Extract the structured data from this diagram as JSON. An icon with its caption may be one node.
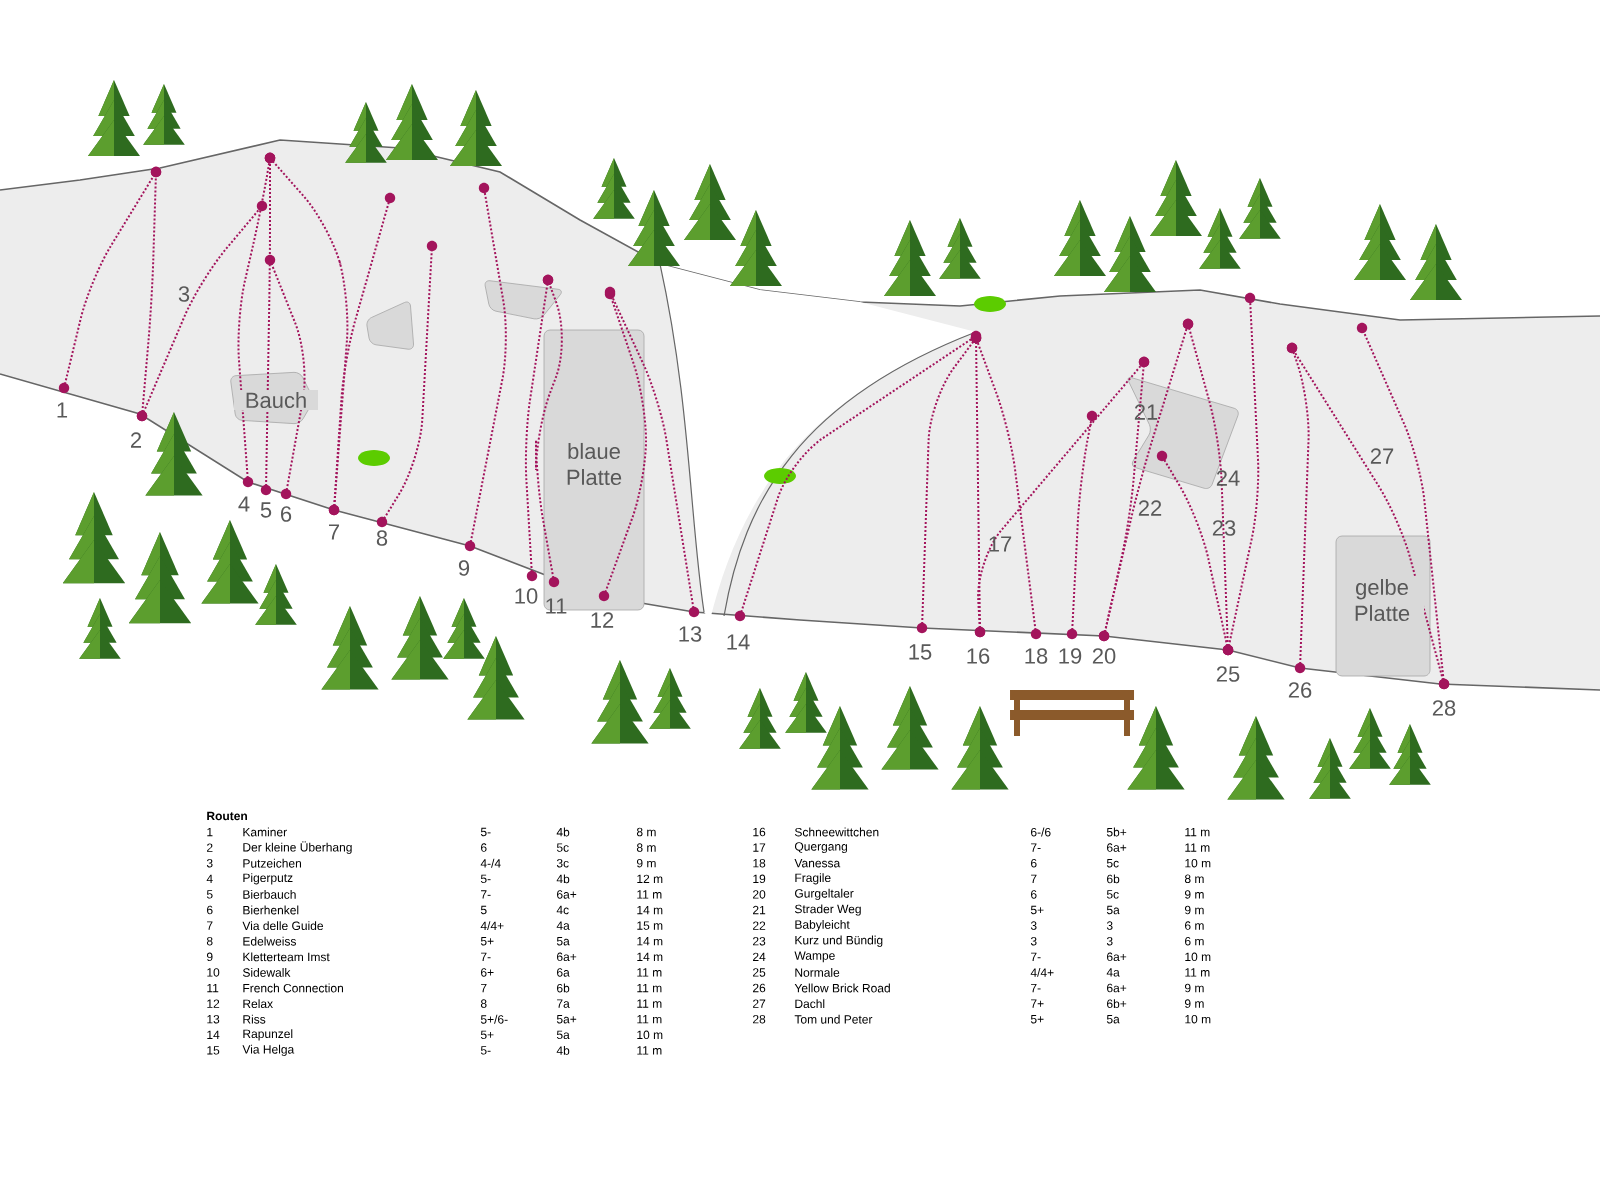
{
  "diagram": {
    "nodes": [
      {
        "text": [
          "Bauch"
        ]
      },
      {
        "text": [
          "blaue Platte"
        ]
      },
      {
        "text": [
          "gelbe Platte"
        ]
      }
    ],
    "labels": [
      "1",
      "2",
      "3",
      "4",
      "5",
      "6",
      "7",
      "8",
      "9",
      "10",
      "11",
      "12",
      "13",
      "14",
      "15",
      "16",
      "17",
      "18",
      "19",
      "20",
      "21",
      "22",
      "23",
      "24",
      "25",
      "26",
      "27",
      "28",
      "Routen",
      "1",
      "Kaminer",
      "5-",
      "4b",
      "8 m",
      "2",
      "Der kleine Überhang",
      "6",
      "5c",
      "8 m",
      "3",
      "Putzeichen",
      "4-/4",
      "3c",
      "9 m",
      "4",
      "Pigerputz",
      "5-",
      "4b",
      "12 m",
      "5",
      "Bierbauch",
      "7-",
      "6a+",
      "11 m",
      "6",
      "Bierhenkel",
      "5",
      "4c",
      "14 m",
      "7",
      "Via delle Guide",
      "4/4+",
      "4a",
      "15 m",
      "8",
      "Edelweiss",
      "5+",
      "5a",
      "14 m",
      "9",
      "Kletterteam Imst",
      "7-",
      "6a+",
      "14 m",
      "10",
      "Sidewalk",
      "6+",
      "6a",
      "11 m",
      "11",
      "French Connection",
      "7",
      "6b",
      "11 m",
      "12",
      "Relax",
      "8",
      "7a",
      "11 m",
      "13",
      "Riss",
      "5+/6-",
      "5a+",
      "11 m",
      "14",
      "Rapunzel",
      "5+",
      "5a",
      "10 m",
      "15",
      "Via Helga",
      "5-",
      "4b",
      "11 m",
      "16",
      "Schneewittchen",
      "6-/6",
      "5b+",
      "11 m",
      "17",
      "Quergang",
      "7-",
      "6a+",
      "11 m",
      "18",
      "Vanessa",
      "6",
      "5c",
      "10 m",
      "19",
      "Fragile",
      "7",
      "6b",
      "8 m",
      "20",
      "Gurgeltaler",
      "6",
      "5c",
      "9 m",
      "21",
      "Strader Weg",
      "5+",
      "5a",
      "9 m",
      "22",
      "Babyleicht",
      "3",
      "3",
      "6 m",
      "23",
      "Kurz und Bündig",
      "3",
      "3",
      "6 m",
      "24",
      "Wampe",
      "7-",
      "6a+",
      "10 m",
      "25",
      "Normale",
      "4/4+",
      "4a",
      "11 m",
      "26",
      "Yellow Brick Road",
      "7-",
      "6a+",
      "9 m",
      "27",
      "Dachl",
      "7+",
      "6b+",
      "9 m",
      "28",
      "Tom und Peter",
      "5+",
      "5a",
      "10 m"
    ]
  }
}
